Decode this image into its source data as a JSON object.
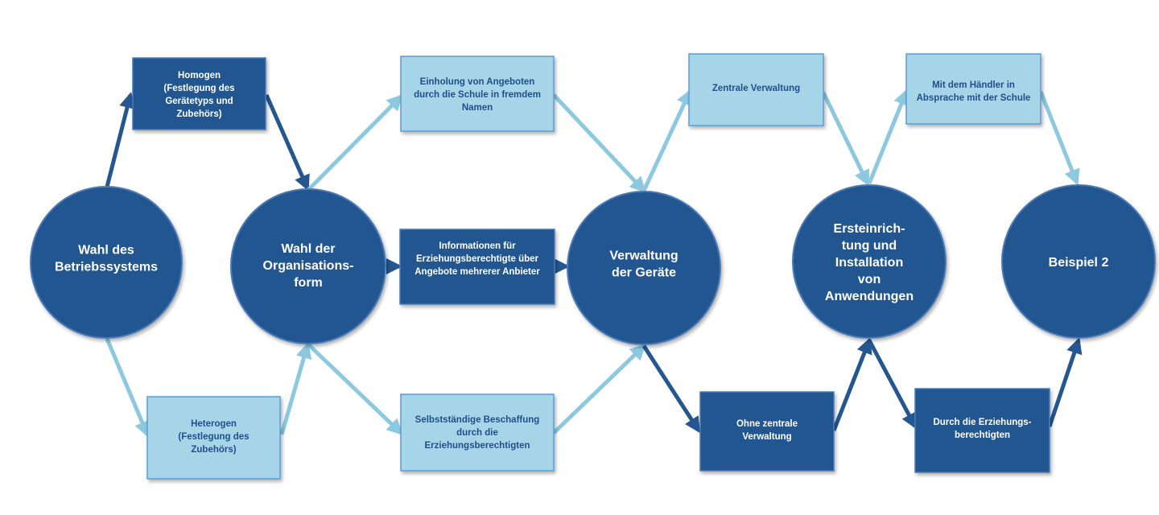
{
  "colors": {
    "dark_fill": "#245690",
    "dark_border": "#4a7ab5",
    "light_fill": "#a7d5e8",
    "light_border": "#5b9bd5",
    "light_text": "#1f4e8c",
    "dark_text": "#ffffff",
    "dark_arrow": "#245690",
    "light_arrow": "#8cc8e0",
    "background": "#ffffff"
  },
  "stages": [
    {
      "id": "betriebssystem",
      "lines": [
        "Wahl des",
        "Betriebssystems"
      ]
    },
    {
      "id": "organisationsform",
      "lines": [
        "Wahl der",
        "Organisations-",
        "form"
      ]
    },
    {
      "id": "verwaltung",
      "lines": [
        "Verwaltung",
        "der Geräte"
      ]
    },
    {
      "id": "ersteinrichtung",
      "lines": [
        "Ersteinrich-",
        "tung und",
        "Installation",
        "von",
        "Anwendungen"
      ]
    },
    {
      "id": "beispiel",
      "lines": [
        "Beispiel 2"
      ]
    }
  ],
  "options": [
    {
      "id": "homogen",
      "style": "dark",
      "lines": [
        "Homogen",
        "(Festlegung des",
        "Gerätetyps und",
        "Zubehörs)"
      ]
    },
    {
      "id": "heterogen",
      "style": "light",
      "lines": [
        "Heterogen",
        "(Festlegung des",
        "Zubehörs)"
      ]
    },
    {
      "id": "einholung",
      "style": "light",
      "lines": [
        "Einholung von Angeboten",
        "durch die Schule in fremdem",
        "Namen"
      ]
    },
    {
      "id": "informationen",
      "style": "dark",
      "lines": [
        "Informationen für",
        "Erziehungsberechtigte über",
        "Angebote mehrerer Anbieter"
      ]
    },
    {
      "id": "selbststaendig",
      "style": "light",
      "lines": [
        "Selbstständige Beschaffung",
        "durch die",
        "Erziehungsberechtigten"
      ]
    },
    {
      "id": "zentral",
      "style": "light",
      "lines": [
        "Zentrale Verwaltung"
      ]
    },
    {
      "id": "ohne-zentral",
      "style": "dark",
      "lines": [
        "Ohne zentrale",
        "Verwaltung"
      ]
    },
    {
      "id": "haendler",
      "style": "light",
      "lines": [
        "Mit dem Händler in",
        "Absprache mit der Schule"
      ]
    },
    {
      "id": "erziehungsberechtigte",
      "style": "dark",
      "lines": [
        "Durch die Erziehungs-",
        "berechtigten"
      ]
    }
  ],
  "connections": [
    {
      "from": "betriebssystem",
      "to": "homogen",
      "style": "dark"
    },
    {
      "from": "homogen",
      "to": "organisationsform",
      "style": "dark"
    },
    {
      "from": "betriebssystem",
      "to": "heterogen",
      "style": "light"
    },
    {
      "from": "heterogen",
      "to": "organisationsform",
      "style": "light"
    },
    {
      "from": "organisationsform",
      "to": "einholung",
      "style": "light"
    },
    {
      "from": "einholung",
      "to": "verwaltung",
      "style": "light"
    },
    {
      "from": "organisationsform",
      "to": "informationen",
      "style": "dark"
    },
    {
      "from": "informationen",
      "to": "verwaltung",
      "style": "dark"
    },
    {
      "from": "organisationsform",
      "to": "selbststaendig",
      "style": "light"
    },
    {
      "from": "selbststaendig",
      "to": "verwaltung",
      "style": "light"
    },
    {
      "from": "verwaltung",
      "to": "zentral",
      "style": "light"
    },
    {
      "from": "zentral",
      "to": "ersteinrichtung",
      "style": "light"
    },
    {
      "from": "verwaltung",
      "to": "ohne-zentral",
      "style": "dark"
    },
    {
      "from": "ohne-zentral",
      "to": "ersteinrichtung",
      "style": "dark"
    },
    {
      "from": "ersteinrichtung",
      "to": "haendler",
      "style": "light"
    },
    {
      "from": "haendler",
      "to": "beispiel",
      "style": "light"
    },
    {
      "from": "ersteinrichtung",
      "to": "erziehungsberechtigte",
      "style": "dark"
    },
    {
      "from": "erziehungsberechtigte",
      "to": "beispiel",
      "style": "dark"
    }
  ]
}
